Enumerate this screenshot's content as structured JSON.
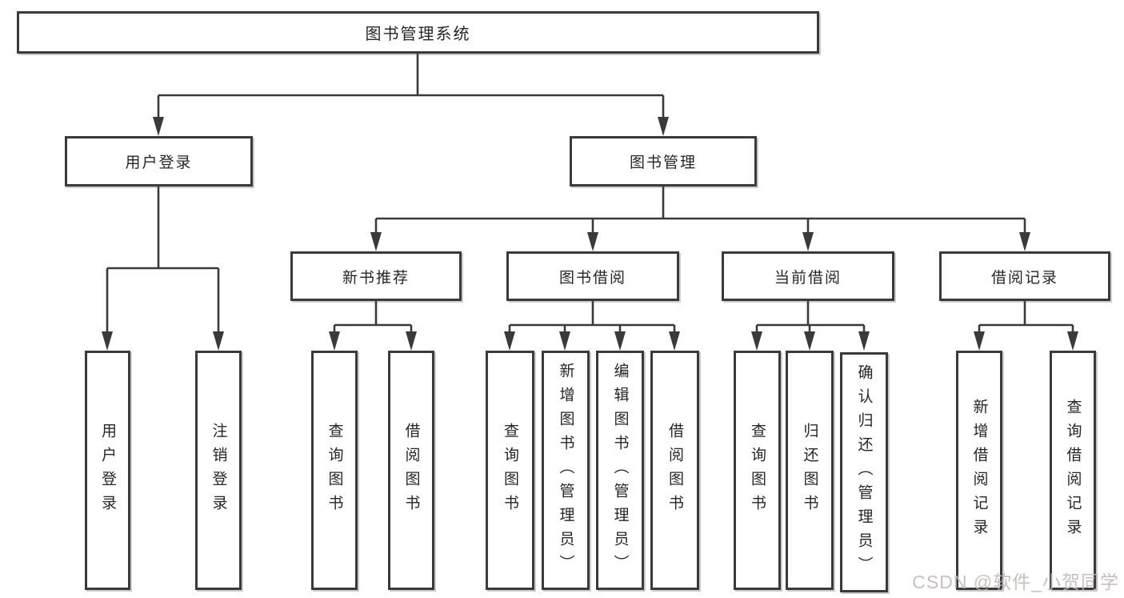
{
  "colors": {
    "line": "#3a3a3a",
    "text": "#262626",
    "watermark": "#c3b6b6"
  },
  "tree": {
    "root": {
      "label": "图书管理系统"
    },
    "children": [
      {
        "label": "用户登录",
        "children": [
          {
            "label": "用户登录"
          },
          {
            "label": "注销登录"
          }
        ]
      },
      {
        "label": "图书管理",
        "children": [
          {
            "label": "新书推荐",
            "children": [
              {
                "label": "查询图书"
              },
              {
                "label": "借阅图书"
              }
            ]
          },
          {
            "label": "图书借阅",
            "children": [
              {
                "label": "查询图书"
              },
              {
                "label": "新增图书（管理员）"
              },
              {
                "label": "编辑图书（管理员）"
              },
              {
                "label": "借阅图书"
              }
            ]
          },
          {
            "label": "当前借阅",
            "children": [
              {
                "label": "查询图书"
              },
              {
                "label": "归还图书"
              },
              {
                "label": "确认归还（管理员）"
              }
            ]
          },
          {
            "label": "借阅记录",
            "children": [
              {
                "label": "新增借阅记录"
              },
              {
                "label": "查询借阅记录"
              }
            ]
          }
        ]
      }
    ]
  },
  "watermark": {
    "text": "CSDN @软件_小贺同学"
  }
}
